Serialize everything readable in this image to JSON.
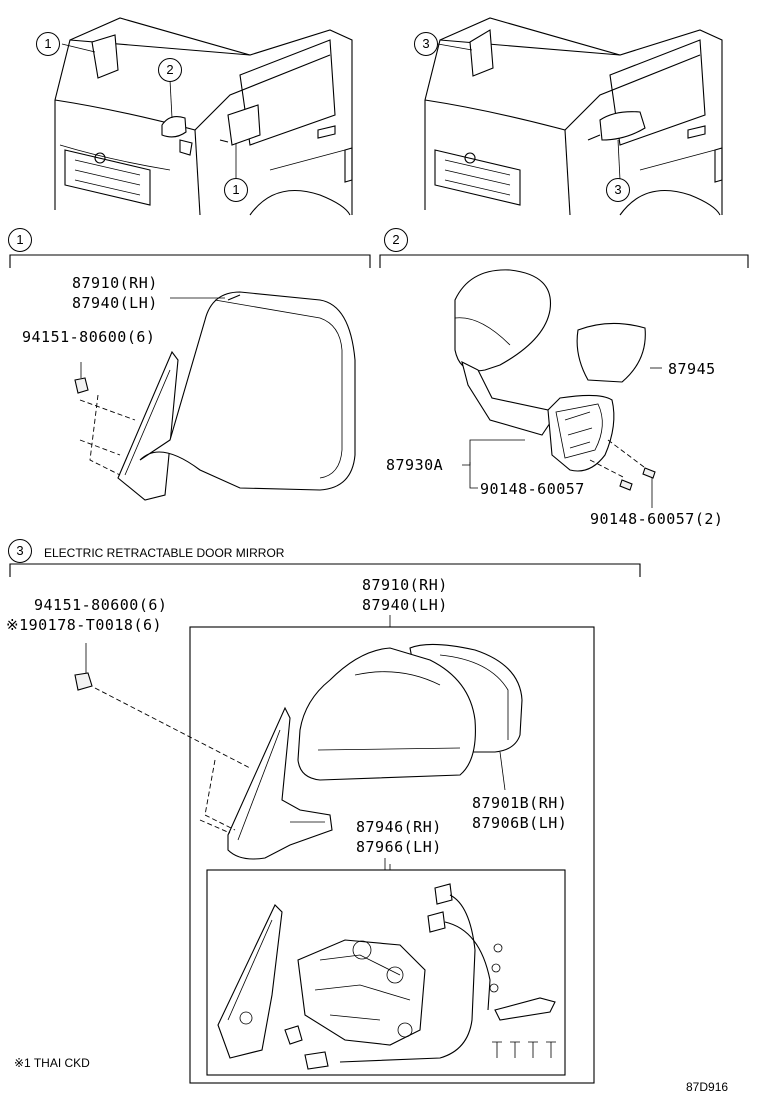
{
  "callouts": {
    "top_left_1": "1",
    "top_left_2": "2",
    "top_left_door_1": "1",
    "top_right_3": "3",
    "top_right_door_3": "3",
    "section1": "1",
    "section2": "2",
    "section3": "3"
  },
  "section1": {
    "part_rh": "87910(RH)",
    "part_lh": "87940(LH)",
    "screw": "94151-80600(6)"
  },
  "section2": {
    "cover": "87945",
    "mirror": "87930A",
    "screw_a": "90148-60057",
    "screw_b": "90148-60057(2)"
  },
  "section3": {
    "title": "ELECTRIC RETRACTABLE DOOR MIRROR",
    "part_rh": "87910(RH)",
    "part_lh": "87940(LH)",
    "screw_a": "94151-80600(6)",
    "screw_b": "※190178-T0018(6)",
    "outer_rh": "87901B(RH)",
    "outer_lh": "87906B(LH)",
    "motor_rh": "87946(RH)",
    "motor_lh": "87966(LH)"
  },
  "footnote": "※1 THAI CKD",
  "diagram_code": "87D916"
}
